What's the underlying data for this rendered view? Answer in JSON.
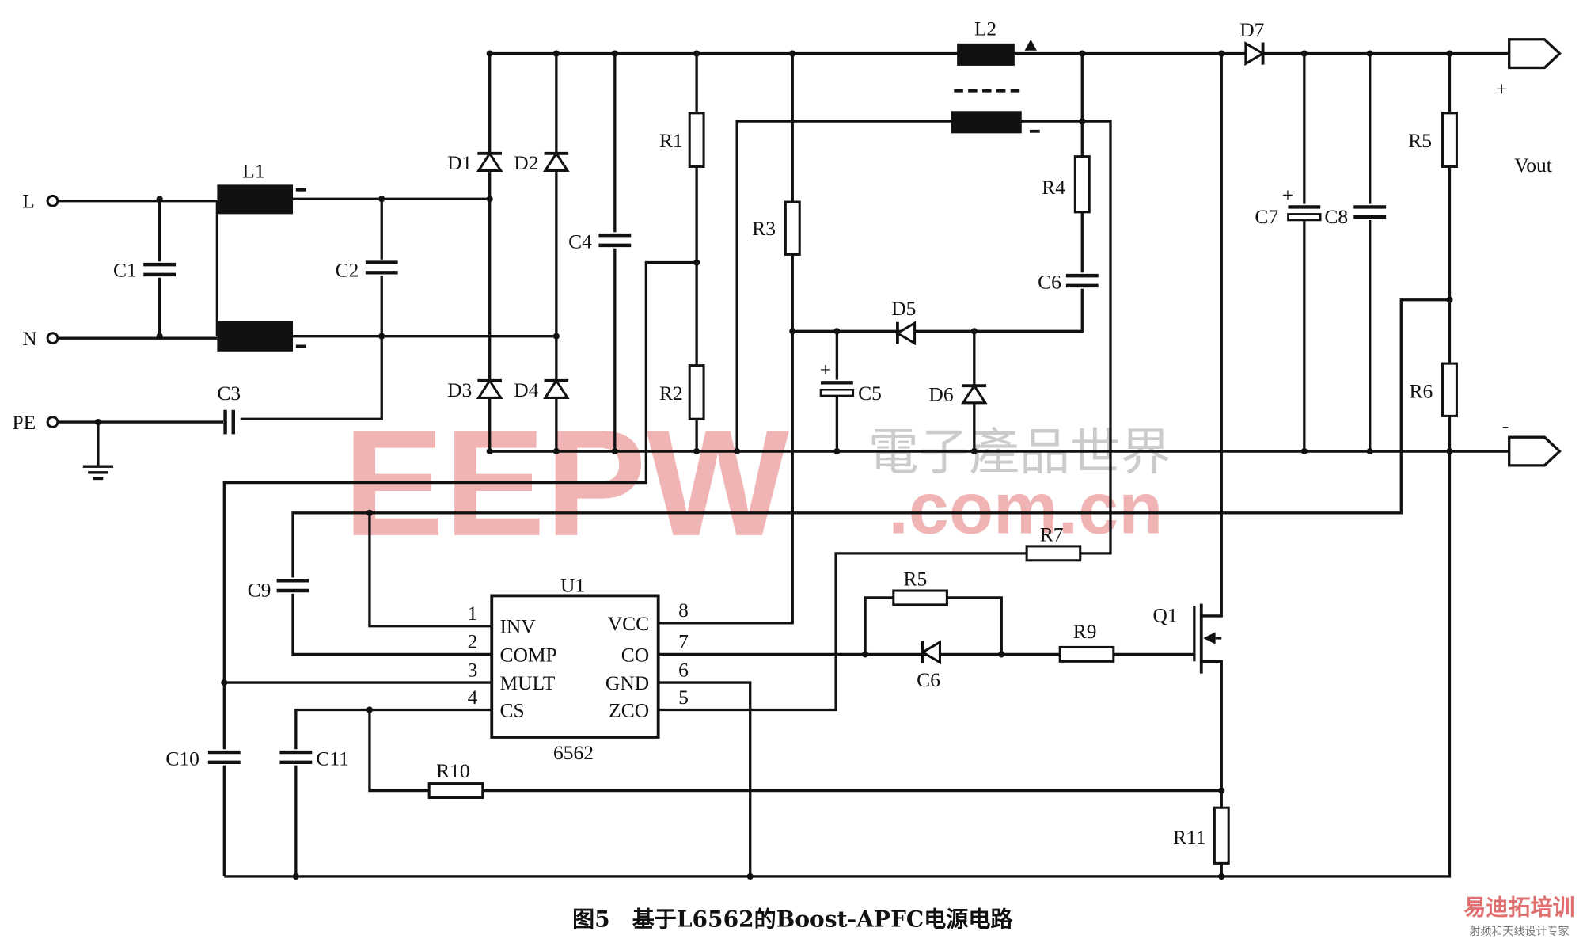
{
  "labels": {
    "L": "L",
    "N": "N",
    "PE": "PE",
    "L1": "L1",
    "L2": "L2",
    "C1": "C1",
    "C2": "C2",
    "C3": "C3",
    "C4": "C4",
    "C5": "C5",
    "C6a": "C6",
    "C6b": "C6",
    "C7": "C7",
    "C8": "C8",
    "C9": "C9",
    "C10": "C10",
    "C11": "C11",
    "D1": "D1",
    "D2": "D2",
    "D3": "D3",
    "D4": "D4",
    "D5": "D5",
    "D6": "D6",
    "D7": "D7",
    "R1": "R1",
    "R2": "R2",
    "R3": "R3",
    "R4": "R4",
    "R5a": "R5",
    "R5b": "R5",
    "R6": "R6",
    "R7": "R7",
    "R9": "R9",
    "R10": "R10",
    "R11": "R11",
    "Q1": "Q1",
    "U1": "U1",
    "U1_part": "6562",
    "Vout": "Vout",
    "plus": "+",
    "minus": "-"
  },
  "ic_pins": [
    {
      "num": "1",
      "name": "INV"
    },
    {
      "num": "2",
      "name": "COMP"
    },
    {
      "num": "3",
      "name": "MULT"
    },
    {
      "num": "4",
      "name": "CS"
    },
    {
      "num": "8",
      "name": "VCC"
    },
    {
      "num": "7",
      "name": "CO"
    },
    {
      "num": "6",
      "name": "GND"
    },
    {
      "num": "5",
      "name": "ZCO"
    }
  ],
  "caption": "图5　基于L6562的Boost-APFC电源电路",
  "watermark": {
    "logo": "EEPW",
    "chinese": "電子產品世界",
    "domain": ".com.cn"
  },
  "corner_logo": {
    "title": "易迪拓培训",
    "subtitle": "射频和天线设计专家"
  }
}
